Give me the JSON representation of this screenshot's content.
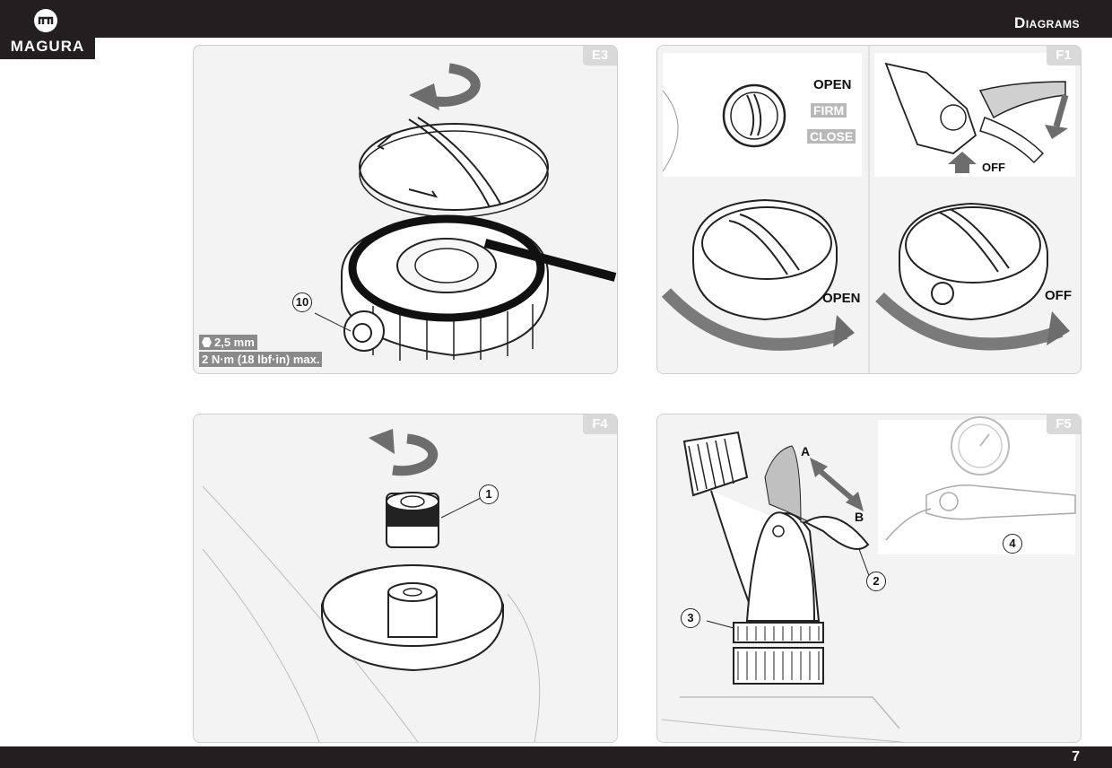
{
  "header": {
    "brand": "MAGURA",
    "section_title": "Diagrams"
  },
  "footer": {
    "page_number": "7"
  },
  "panels": {
    "e3": {
      "tag": "E3",
      "callout": "10",
      "hex_size": "2,5 mm",
      "torque": "2 N·m (18 lbf·in) max."
    },
    "f1": {
      "tag": "F1",
      "modes": [
        "OPEN",
        "FIRM",
        "CLOSE"
      ],
      "lever_state": "OFF",
      "left_state": "OPEN",
      "right_state": "OFF"
    },
    "f4": {
      "tag": "F4",
      "callout": "1"
    },
    "f5": {
      "tag": "F5",
      "label_a": "A",
      "label_b": "B",
      "callout_2": "2",
      "callout_3": "3",
      "callout_4": "4"
    }
  },
  "colors": {
    "bar": "#231f20",
    "panel_bg": "#f3f3f3",
    "tag_bg": "#d9d9d9",
    "arrow_gray": "#6d6d6d",
    "spec_bg": "#8a8a8a"
  }
}
